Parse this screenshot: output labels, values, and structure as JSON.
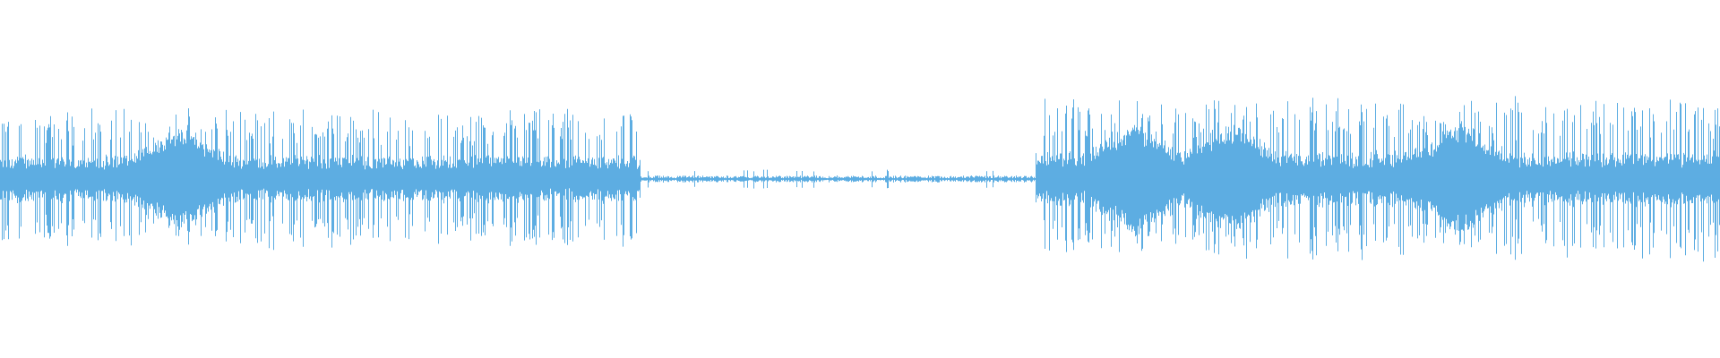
{
  "waveform": {
    "color": "#5dade2",
    "background": "#ffffff",
    "segments": [
      {
        "label": "active",
        "start": 0.0,
        "end": 0.372,
        "level": 0.6,
        "peak": 0.85
      },
      {
        "label": "quiet",
        "start": 0.372,
        "end": 0.602,
        "level": 0.03,
        "peak": 0.06
      },
      {
        "label": "active",
        "start": 0.602,
        "end": 1.0,
        "level": 0.7,
        "peak": 1.0
      }
    ]
  }
}
